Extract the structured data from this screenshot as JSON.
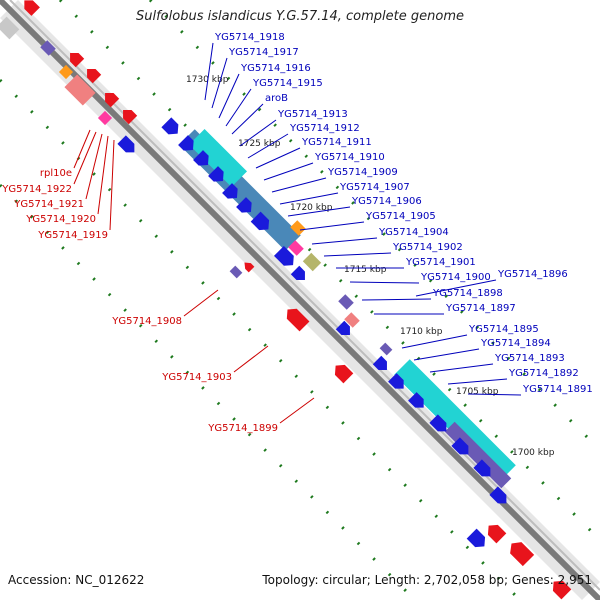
{
  "map": {
    "title": "Sulfolobus islandicus Y.G.57.14, complete genome",
    "accession": "Accession: NC_012622",
    "summary": "Topology: circular; Length: 2,702,058 bp; Genes: 2,951",
    "colors": {
      "forward_gene": "#e8141c",
      "reverse_gene": "#1a1adb",
      "backbone": "#7a7a7a",
      "tick_dots": "#1f7a1f",
      "forward_label": "#cc0000",
      "reverse_label": "#0000bb",
      "gc_band_cyan": "#22d3d3",
      "gc_band_steel": "#4a88b8",
      "pink_feature": "#ff3aa0",
      "orange_feature": "#ff9a1a",
      "olive_feature": "#b5b56a",
      "purple_feature": "#6a5ab5",
      "salmon_feature": "#f08080"
    },
    "scale_labels": [
      {
        "text": "1730 kbp"
      },
      {
        "text": "1725 kbp"
      },
      {
        "text": "1720 kbp"
      },
      {
        "text": "1715 kbp"
      },
      {
        "text": "1710 kbp"
      },
      {
        "text": "1705 kbp"
      },
      {
        "text": "1700 kbp"
      }
    ],
    "reverse_labels": [
      "YG5714_1918",
      "YG5714_1917",
      "YG5714_1916",
      "YG5714_1915",
      "aroB",
      "YG5714_1913",
      "YG5714_1912",
      "YG5714_1911",
      "YG5714_1910",
      "YG5714_1909",
      "YG5714_1907",
      "YG5714_1906",
      "YG5714_1905",
      "YG5714_1904",
      "YG5714_1902",
      "YG5714_1901",
      "YG5714_1900",
      "YG5714_1896",
      "YG5714_1898",
      "YG5714_1897",
      "YG5714_1895",
      "YG5714_1894",
      "YG5714_1893",
      "YG5714_1892",
      "YG5714_1891"
    ],
    "forward_labels_left": [
      "rpl10e",
      "YG5714_1922",
      "YG5714_1921",
      "YG5714_1920",
      "YG5714_1919"
    ],
    "forward_labels_mid": [
      "YG5714_1908",
      "YG5714_1903",
      "YG5714_1899"
    ]
  }
}
